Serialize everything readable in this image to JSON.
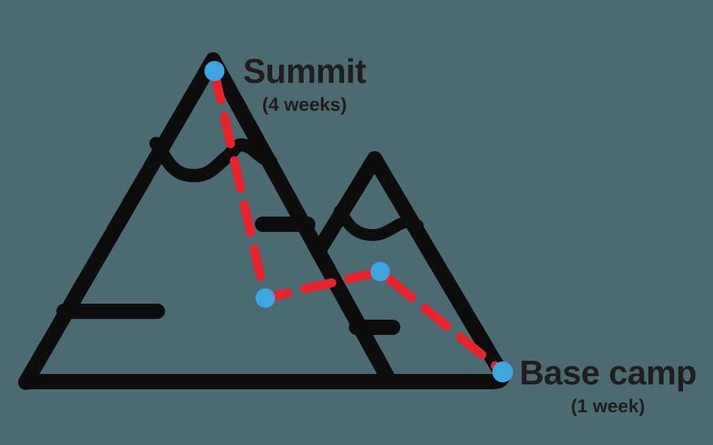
{
  "diagram": {
    "title_hint": "mountain climbing route",
    "summit": {
      "label": "Summit",
      "duration": "(4 weeks)"
    },
    "base_camp": {
      "label": "Base camp",
      "duration": "(1 week)"
    },
    "waypoints": [
      {
        "name": "summit-dot"
      },
      {
        "name": "upper-slope-dot"
      },
      {
        "name": "mid-slope-dot"
      },
      {
        "name": "base-camp-dot"
      }
    ]
  },
  "colors": {
    "background": "#4b6a71",
    "mountain": "#0d0d0d",
    "route": "#e8232c",
    "waypoint": "#3ea6de",
    "text": "#1f1d1e"
  }
}
